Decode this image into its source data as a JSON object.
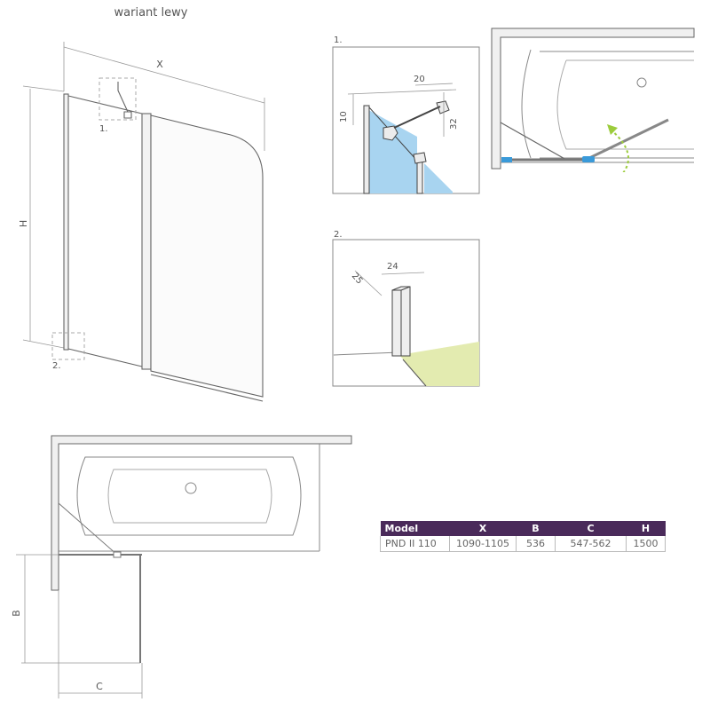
{
  "variant_title": "wariant lewy",
  "front_view": {
    "label_x": "X",
    "label_h": "H",
    "callout_1": "1.",
    "callout_2": "2."
  },
  "detail_1": {
    "number": "1.",
    "dim_20": "20",
    "dim_10": "10",
    "dim_32": "32"
  },
  "detail_2": {
    "number": "2.",
    "dim_25": "25",
    "dim_24": "24"
  },
  "plan_view": {
    "label_b": "B",
    "label_c": "C"
  },
  "spec_table": {
    "headers": [
      "Model",
      "X",
      "B",
      "C",
      "H"
    ],
    "row": [
      "PND II 110",
      "1090-1105",
      "536",
      "547-562",
      "1500"
    ]
  },
  "colors": {
    "table_header": "#4a2a5a",
    "glass": "#a8d4f0",
    "floor": "#e3ebb0",
    "arrow": "#9ccc3c",
    "fitting": "#3a9ad9"
  }
}
